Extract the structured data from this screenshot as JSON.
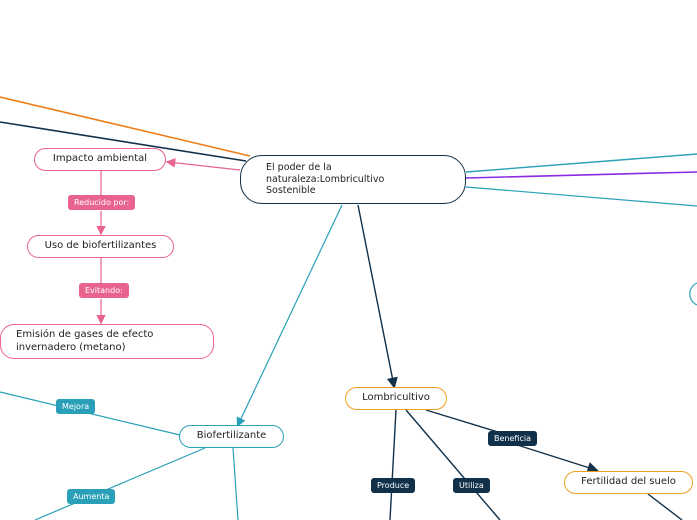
{
  "central": {
    "title": "El poder de la naturaleza:Lombricultivo Sostenible"
  },
  "nodes": {
    "impacto_ambiental": "Impacto ambiental",
    "uso_biofertilizantes": "Uso de biofertilizantes",
    "emision_gases": "Emisión de gases de efecto invernadero (metano)",
    "biofertilizante": "Biofertilizante",
    "lombricultivo": "Lombricultivo",
    "fertilidad_suelo": "Fertilidad del suelo"
  },
  "labels": {
    "reducido_por": "Reducido por:",
    "evitando": "Evitando:",
    "mejora": "Mejora",
    "aumenta": "Aumenta",
    "produce": "Produce",
    "utiliza": "Utiliza",
    "beneficia": "Beneficia"
  },
  "colors": {
    "pink": "#e8638d",
    "dark_navy": "#11314b",
    "teal": "#2aa0b8",
    "orange": "#f0a020",
    "purple": "#8a2be2",
    "edge_orange": "#ef7d18"
  }
}
